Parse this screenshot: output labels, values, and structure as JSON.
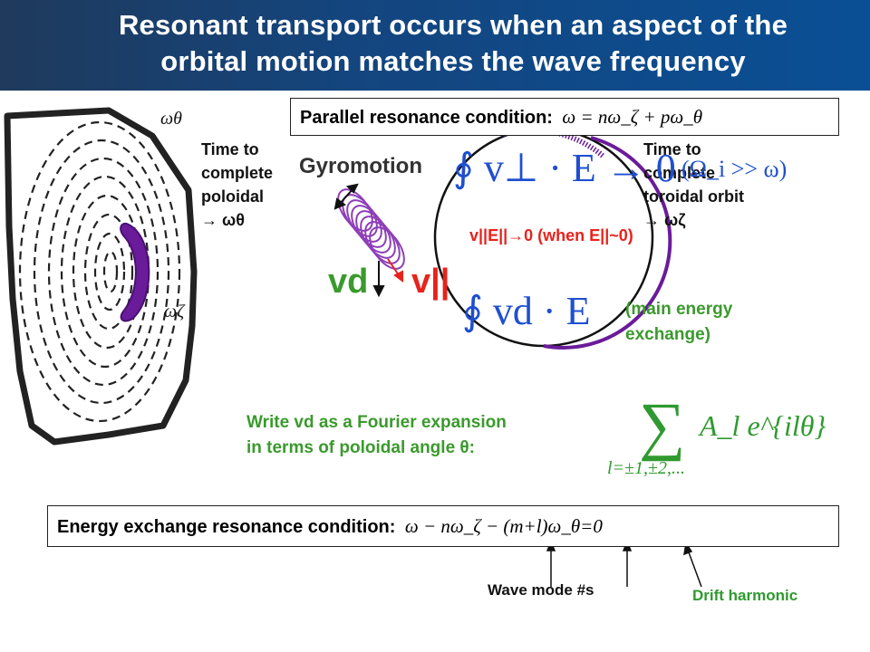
{
  "title": {
    "line1": "Resonant transport occurs when an aspect of the",
    "line2": "orbital motion matches the wave frequency"
  },
  "parallel_box": {
    "label": "Parallel resonance condition:",
    "equation": "ω = nω_ζ + pω_θ"
  },
  "omega_theta_label": "ωθ",
  "omega_zeta_label": "ωζ",
  "poloidal_note": {
    "line1": "Time to",
    "line2": "complete",
    "line3": "poloidal",
    "line4": "→ ωθ"
  },
  "toroidal_note": {
    "line1": "Time to",
    "line2": "complete",
    "line3": "toroidal orbit",
    "line4": "→ ωζ"
  },
  "gyromotion_label": "Gyromotion",
  "vd_label": "vd",
  "vpar_label": "v||",
  "integral_top": "∮ v⊥ · E → 0",
  "integral_top_cond": "(Ω_i >> ω)",
  "red_note": "v||E||→0 (when E||~0)",
  "integral_bottom": "∮ vd · E",
  "main_exchange": {
    "line1": "(main energy",
    "line2": "exchange)"
  },
  "fourier_note": {
    "line1": "Write vd as a Fourier expansion",
    "line2": "in terms of poloidal angle θ:"
  },
  "fourier_sum": {
    "term": "A_l e^{ilθ}",
    "index": "l=±1,±2,..."
  },
  "energy_box": {
    "label": "Energy exchange resonance condition:",
    "equation": "ω − nω_ζ − (m+l)ω_θ=0"
  },
  "wave_mode_label": "Wave mode #s",
  "drift_harmonic_label": "Drift harmonic",
  "colors": {
    "header_bg": "#14457e",
    "orbit_purple": "#6a1b9a",
    "green_text": "#3a9a2c",
    "red_text": "#e8221c",
    "blue_math": "#1f4fd0"
  }
}
